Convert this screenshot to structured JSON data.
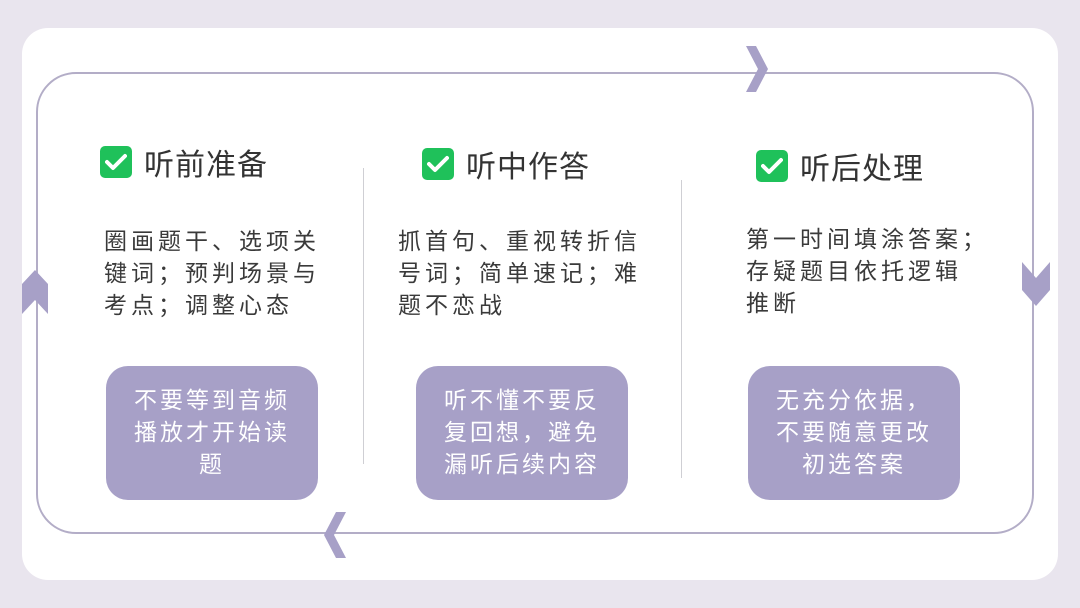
{
  "colors": {
    "background": "#e9e5ee",
    "card": "#ffffff",
    "loop_line": "#b3adc7",
    "arrow": "#a7a0c7",
    "check": "#1fc15a",
    "tip_box": "#a7a0c7"
  },
  "steps": [
    {
      "icon": "check-icon",
      "title": "听前准备",
      "description": "圈画题干、选项关\n键词；预判场景与\n考点；调整心态",
      "tip": "不要等到音频\n播放才开始读\n题"
    },
    {
      "icon": "check-icon",
      "title": "听中作答",
      "description": "抓首句、重视转折信\n号词；简单速记；难\n题不恋战",
      "tip": "听不懂不要反\n复回想，避免\n漏听后续内容"
    },
    {
      "icon": "check-icon",
      "title": "听后处理",
      "description": "第一时间填涂答案；\n存疑题目依托逻辑\n推断",
      "tip": "无充分依据，\n不要随意更改\n初选答案"
    }
  ]
}
